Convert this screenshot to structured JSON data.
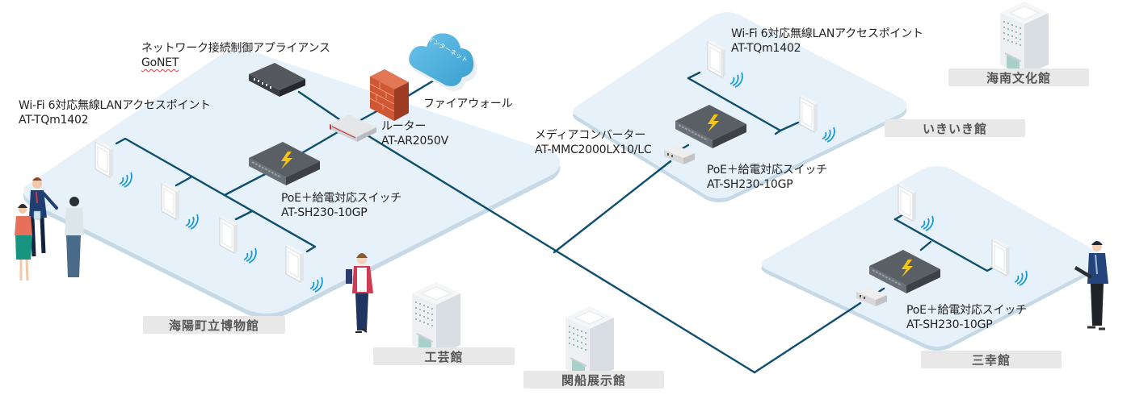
{
  "title": "ネットワーク構成図",
  "colors": {
    "platform": "#e6f1fa",
    "platform_edge": "#c5d9e6",
    "cable": "#0f4f6e",
    "wifi": "#1a9ad6",
    "switch": "#555a60",
    "bolt": "#f5c518",
    "firewall": "#c9502e",
    "cloud": "#4fb3de",
    "router_accent": "#d0303a",
    "label_bg": "#e8e8e8"
  },
  "cloud": {
    "label": "インターネット"
  },
  "devices": {
    "nac": {
      "name": "ネットワーク接続制御アプライアンス",
      "model": "GoNET"
    },
    "firewall": {
      "name": "ファイアウォール"
    },
    "router": {
      "name": "ルーター",
      "model": "AT-AR2050V"
    },
    "ap_main": {
      "name": "Wi-Fi 6対応無線LANアクセスポイント",
      "model": "AT-TQm1402"
    },
    "switch_main": {
      "name": "PoE＋給電対応スイッチ",
      "model": "AT-SH230-10GP"
    },
    "media_converter": {
      "name": "メディアコンバーター",
      "model": "AT-MMC2000LX10/LC"
    },
    "ap_ikiiki": {
      "name": "Wi-Fi 6対応無線LANアクセスポイント",
      "model": "AT-TQm1402"
    },
    "switch_ikiiki": {
      "name": "PoE＋給電対応スイッチ",
      "model": "AT-SH230-10GP"
    },
    "switch_sanko": {
      "name": "PoE＋給電対応スイッチ",
      "model": "AT-SH230-10GP"
    }
  },
  "buildings": [
    {
      "id": "kaiyo",
      "label": "海陽町立博物館"
    },
    {
      "id": "kogei",
      "label": "工芸館"
    },
    {
      "id": "kansen",
      "label": "関船展示館"
    },
    {
      "id": "kainan",
      "label": "海南文化館"
    },
    {
      "id": "ikiiki",
      "label": "いきいき館"
    },
    {
      "id": "sanko",
      "label": "三幸館"
    }
  ]
}
